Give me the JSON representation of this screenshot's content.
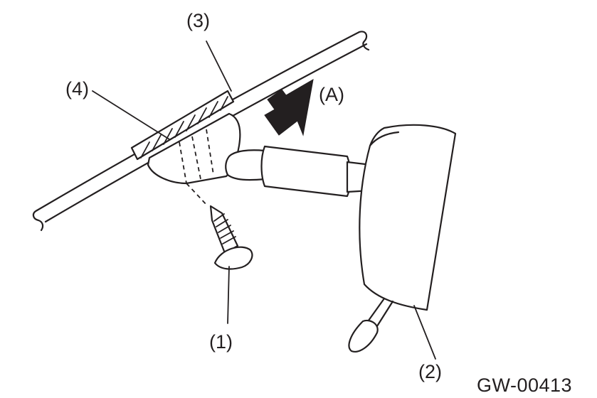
{
  "figure": {
    "callouts": {
      "screw": "(1)",
      "mirror": "(2)",
      "windshield": "(3)",
      "bracket": "(4)",
      "direction": "(A)"
    },
    "figure_code": "GW-00413"
  }
}
